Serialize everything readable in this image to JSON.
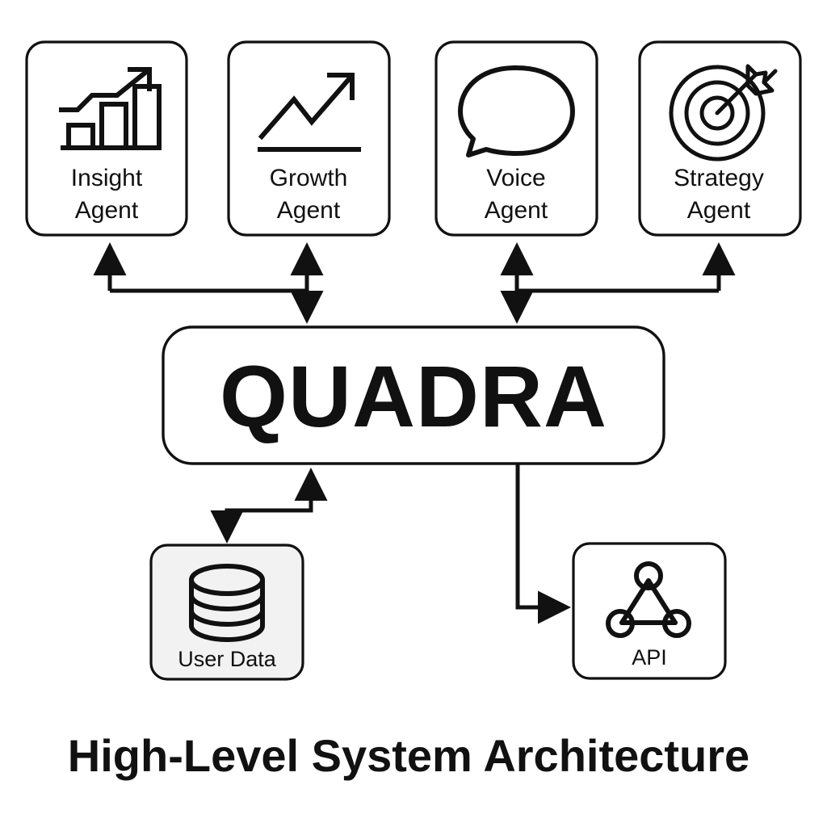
{
  "diagram": {
    "caption": "High-Level System Architecture",
    "hub": {
      "label": "QUADRA",
      "name": "quadra-hub"
    },
    "agents": [
      {
        "label_line1": "Insight",
        "label_line2": "Agent",
        "icon": "bar-chart-growth-icon"
      },
      {
        "label_line1": "Growth",
        "label_line2": "Agent",
        "icon": "line-chart-arrow-icon"
      },
      {
        "label_line1": "Voice",
        "label_line2": "Agent",
        "icon": "speech-bubble-icon"
      },
      {
        "label_line1": "Strategy",
        "label_line2": "Agent",
        "icon": "target-dart-icon"
      }
    ],
    "resources": [
      {
        "label": "User Data",
        "icon": "database-cylinder-icon",
        "filled": true
      },
      {
        "label": "API",
        "icon": "network-triangle-icon",
        "filled": false
      }
    ],
    "colors": {
      "stroke": "#111111",
      "background": "#ffffff",
      "panel_fill": "#f2f2f2"
    }
  }
}
